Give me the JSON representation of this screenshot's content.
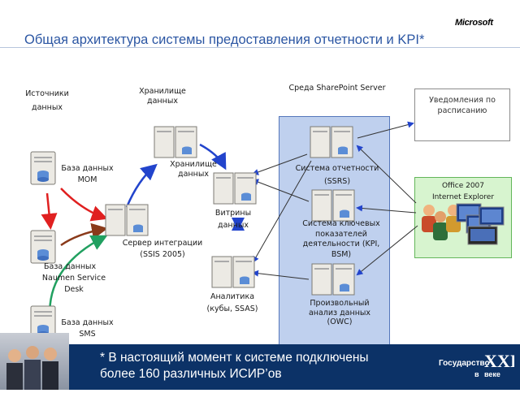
{
  "header": {
    "title": "Общая архитектура системы предоставления отчетности и KPI*",
    "logo": "Microsoft"
  },
  "labels": {
    "sources": [
      "Источники",
      "данных"
    ],
    "storage_header": [
      "Хранилище",
      "данных"
    ],
    "sharepoint": "Среда SharePoint Server",
    "notifications": [
      "Уведомления по",
      "расписанию"
    ],
    "office": [
      "Office 2007",
      "Internet Explorer"
    ],
    "db_mom": [
      "База данных",
      "MOM"
    ],
    "db_naumen": [
      "База данных",
      "Naumen Service",
      "Desk"
    ],
    "db_sms": [
      "База данных",
      "SMS"
    ],
    "integration_server": [
      "Сервер интеграции",
      "(SSIS 2005)"
    ],
    "storage_node": [
      "Хранилище",
      "данных"
    ],
    "marts": [
      "Витрины",
      "данных"
    ],
    "analytics": [
      "Аналитика",
      "(кубы, SSAS)"
    ],
    "ssrs": [
      "Система отчетности",
      "(SSRS)"
    ],
    "kpi": [
      "Система ключевых",
      "показателей",
      "деятельности (KPI,",
      "BSM)"
    ],
    "owc": [
      "Произвольный",
      "анализ данных",
      "(OWC)"
    ]
  },
  "footer": {
    "text": [
      "* В настоящий момент к системе подключены",
      "более 160 различных ИСИР’ов"
    ],
    "logo_lines": [
      "Государство",
      "в",
      "веке",
      "XXI"
    ]
  },
  "colors": {
    "title": "#2b56a3",
    "arrow_red": "#e02020",
    "arrow_blue": "#2244cc",
    "arrow_green": "#21a060",
    "arrow_brown": "#8a3a1a",
    "sharepoint_fill": "#bfd0ee",
    "office_fill": "#d7f4cf",
    "footer_bg": "#0c3267"
  }
}
